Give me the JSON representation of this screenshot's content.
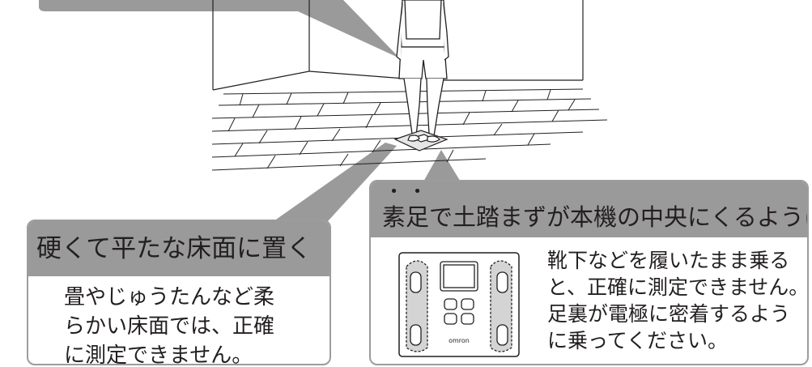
{
  "left_callout": {
    "heading": "硬くて平たな床面に置く",
    "body_lines": [
      "畳やじゅうたんなど柔",
      "らかい床面では、正確",
      "に測定できません。"
    ]
  },
  "right_callout": {
    "heading_parts": [
      "素",
      "足",
      "で土踏まずが本機の中央にくるように乗る"
    ],
    "body_lines": [
      "靴下などを履いたまま乗る",
      "と、正確に測定できません。",
      "足裏が電極に密着するよう",
      "に乗ってください。"
    ],
    "scale_brand": "omron"
  },
  "colors": {
    "callout_header": "#9a9a9a",
    "callout_border": "#9c9c9c",
    "text": "#231f20"
  },
  "icons": [
    "person-standing-illustration",
    "wooden-floor-illustration",
    "body-composition-scale-icon",
    "footprint-icon"
  ]
}
